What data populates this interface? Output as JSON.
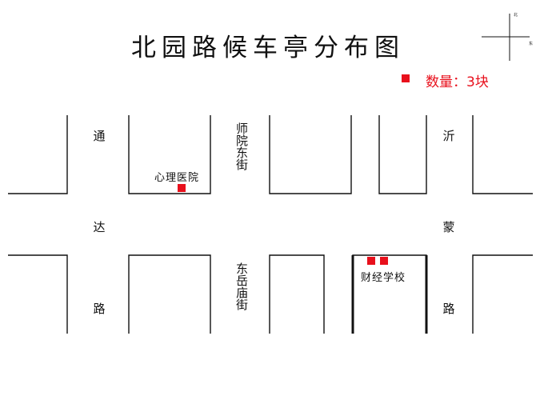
{
  "title": "北园路候车亭分布图",
  "legend": {
    "label": "数量：3块",
    "color": "#e8101c"
  },
  "compass": {
    "north": "北",
    "east": "东"
  },
  "streets": {
    "tongda_top": "通",
    "tongda_mid": "达",
    "tongda_bottom": "路",
    "shiyuan_dong": "师院东街",
    "dongyue_miao": "东岳庙街",
    "yimeng_top": "沂",
    "yimeng_mid": "蒙",
    "yimeng_bottom": "路"
  },
  "places": {
    "hospital": "心理医院",
    "school": "财经学校"
  },
  "kiosk_count": 3
}
